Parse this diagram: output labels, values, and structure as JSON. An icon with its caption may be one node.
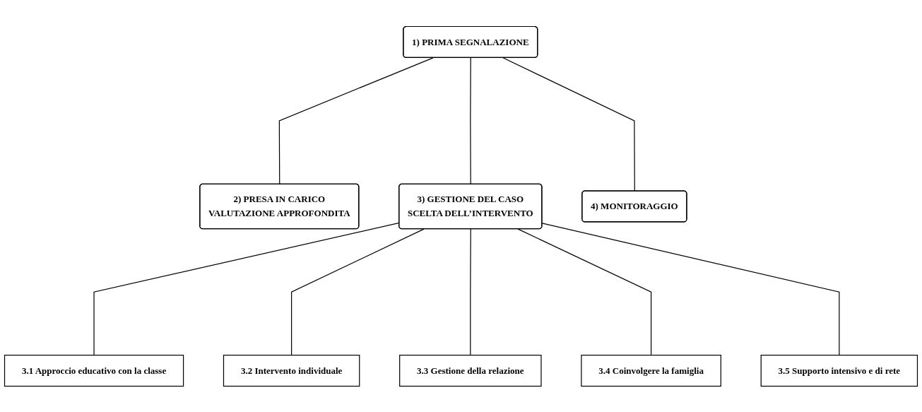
{
  "diagram": {
    "nodes": [
      {
        "text": [
          "1) PRIMA SEGNALAZIONE"
        ]
      },
      {
        "text": [
          "2) PRESA IN CARICO",
          "VALUTAZIONE APPROFONDITA"
        ]
      },
      {
        "text": [
          "3) GESTIONE DEL CASO",
          "SCELTA DELL’INTERVENTO"
        ]
      },
      {
        "text": [
          "4) MONITORAGGIO"
        ]
      },
      {
        "text": [
          "3.1 Approccio educativo con la classe"
        ]
      },
      {
        "text": [
          "3.2 Intervento individuale"
        ]
      },
      {
        "text": [
          "3.3 Gestione della relazione"
        ]
      },
      {
        "text": [
          "3.4 Coinvolgere la famiglia"
        ]
      },
      {
        "text": [
          "3.5 Supporto intensivo e di rete"
        ]
      }
    ],
    "edges": [
      {
        "from": 0,
        "to": 1,
        "arrow": "none"
      },
      {
        "from": 0,
        "to": 2,
        "arrow": "none"
      },
      {
        "from": 0,
        "to": 3,
        "arrow": "none"
      },
      {
        "from": 2,
        "to": 4,
        "arrow": "none"
      },
      {
        "from": 2,
        "to": 5,
        "arrow": "none"
      },
      {
        "from": 2,
        "to": 6,
        "arrow": "none"
      },
      {
        "from": 2,
        "to": 7,
        "arrow": "none"
      },
      {
        "from": 2,
        "to": 8,
        "arrow": "none"
      }
    ]
  }
}
